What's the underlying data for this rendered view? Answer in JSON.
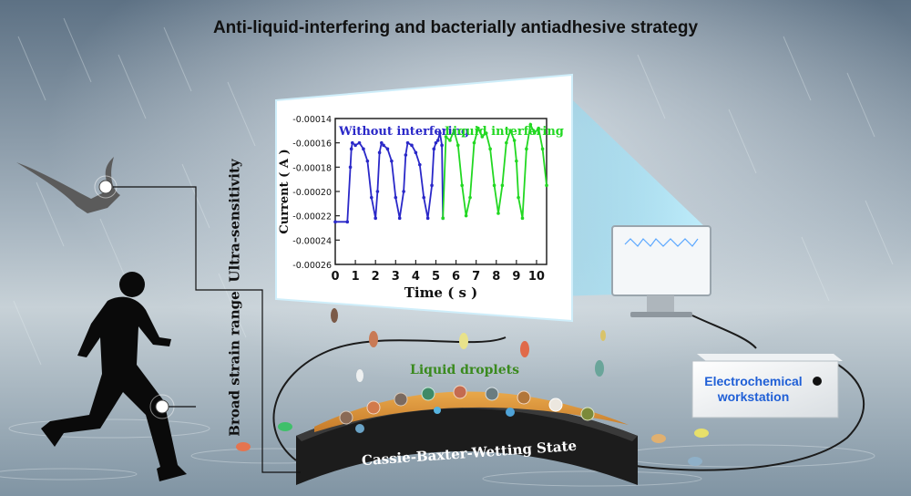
{
  "title": "Anti-liquid-interfering and bacterially antiadhesive strategy",
  "labels": {
    "ultra_sensitivity": "Ultra-sensitivity",
    "broad_strain_range": "Broad strain range",
    "liquid_droplets": "Liquid droplets",
    "cassie_baxter": "Cassie-Baxter-Wetting State",
    "workstation_line1": "Electrochemical",
    "workstation_line2": "workstation"
  },
  "chart_data": {
    "type": "line",
    "xlabel": "Time ( s )",
    "ylabel": "Current ( A )",
    "xlim": [
      0,
      10.5
    ],
    "ylim": [
      -0.00026,
      -0.00014
    ],
    "xticks": [
      0,
      1,
      2,
      3,
      4,
      5,
      6,
      7,
      8,
      9,
      10
    ],
    "yticks": [
      "-0.00014",
      "-0.00016",
      "-0.00018",
      "-0.00020",
      "-0.00022",
      "-0.00024",
      "-0.00026"
    ],
    "series": [
      {
        "name": "Without interfering",
        "color": "#2a28c8",
        "x": [
          0,
          0.6,
          0.75,
          0.8,
          0.85,
          1.0,
          1.2,
          1.4,
          1.6,
          1.8,
          2.0,
          2.1,
          2.2,
          2.3,
          2.4,
          2.6,
          2.8,
          3.0,
          3.2,
          3.4,
          3.5,
          3.6,
          3.8,
          4.0,
          4.2,
          4.4,
          4.6,
          4.8,
          4.9,
          5.0,
          5.1,
          5.2,
          5.3,
          5.35
        ],
        "y": [
          -0.000225,
          -0.000225,
          -0.00018,
          -0.000165,
          -0.00016,
          -0.000162,
          -0.00016,
          -0.000165,
          -0.000175,
          -0.000205,
          -0.000222,
          -0.0002,
          -0.000168,
          -0.00016,
          -0.000162,
          -0.000165,
          -0.000175,
          -0.000205,
          -0.000222,
          -0.0002,
          -0.00017,
          -0.00016,
          -0.000162,
          -0.000168,
          -0.000178,
          -0.000205,
          -0.000222,
          -0.000195,
          -0.000165,
          -0.00016,
          -0.000158,
          -0.000152,
          -0.000162,
          -0.000222
        ]
      },
      {
        "name": "Liquid interfering",
        "color": "#22d822",
        "x": [
          5.35,
          5.5,
          5.7,
          5.9,
          6.1,
          6.3,
          6.5,
          6.7,
          6.9,
          7.1,
          7.3,
          7.5,
          7.7,
          7.9,
          8.1,
          8.3,
          8.5,
          8.7,
          8.9,
          9.0,
          9.1,
          9.3,
          9.5,
          9.7,
          9.9,
          10.1,
          10.3,
          10.5
        ],
        "y": [
          -0.000222,
          -0.000155,
          -0.000158,
          -0.00015,
          -0.000162,
          -0.000195,
          -0.00022,
          -0.000205,
          -0.00016,
          -0.000148,
          -0.000155,
          -0.000152,
          -0.000165,
          -0.000195,
          -0.000218,
          -0.000195,
          -0.00016,
          -0.00015,
          -0.000158,
          -0.000175,
          -0.000205,
          -0.000222,
          -0.000165,
          -0.000145,
          -0.000152,
          -0.000148,
          -0.000165,
          -0.000195
        ]
      }
    ]
  }
}
